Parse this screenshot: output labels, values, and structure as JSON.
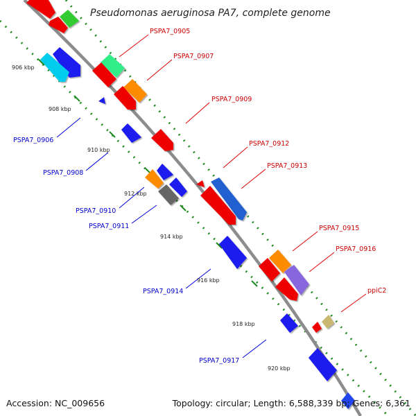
{
  "title": "Pseudomonas aeruginosa PA7, complete genome",
  "footer": {
    "accession": "Accession: NC_009656",
    "summary": "Topology: circular; Length: 6,588,339 bp; Genes: 6,361"
  },
  "colors": {
    "backbone": "#8c8c8c",
    "ticks": "#1f8a1f",
    "forward_label": "#cc0000",
    "reverse_label": "#0000cc",
    "pointer_forward": "#e00000",
    "pointer_reverse": "#0000dd"
  },
  "kbp_labels": [
    "906 kbp",
    "908 kbp",
    "910 kbp",
    "912 kbp",
    "914 kbp",
    "916 kbp",
    "918 kbp",
    "920 kbp"
  ],
  "labels_forward": [
    "PSPA7_0905",
    "PSPA7_0907",
    "PSPA7_0909",
    "PSPA7_0912",
    "PSPA7_0913",
    "PSPA7_0915",
    "PSPA7_0916",
    "ppiC2"
  ],
  "labels_reverse": [
    "PSPA7_0906",
    "PSPA7_0908",
    "PSPA7_0910",
    "PSPA7_0911",
    "PSPA7_0914",
    "PSPA7_0917"
  ]
}
